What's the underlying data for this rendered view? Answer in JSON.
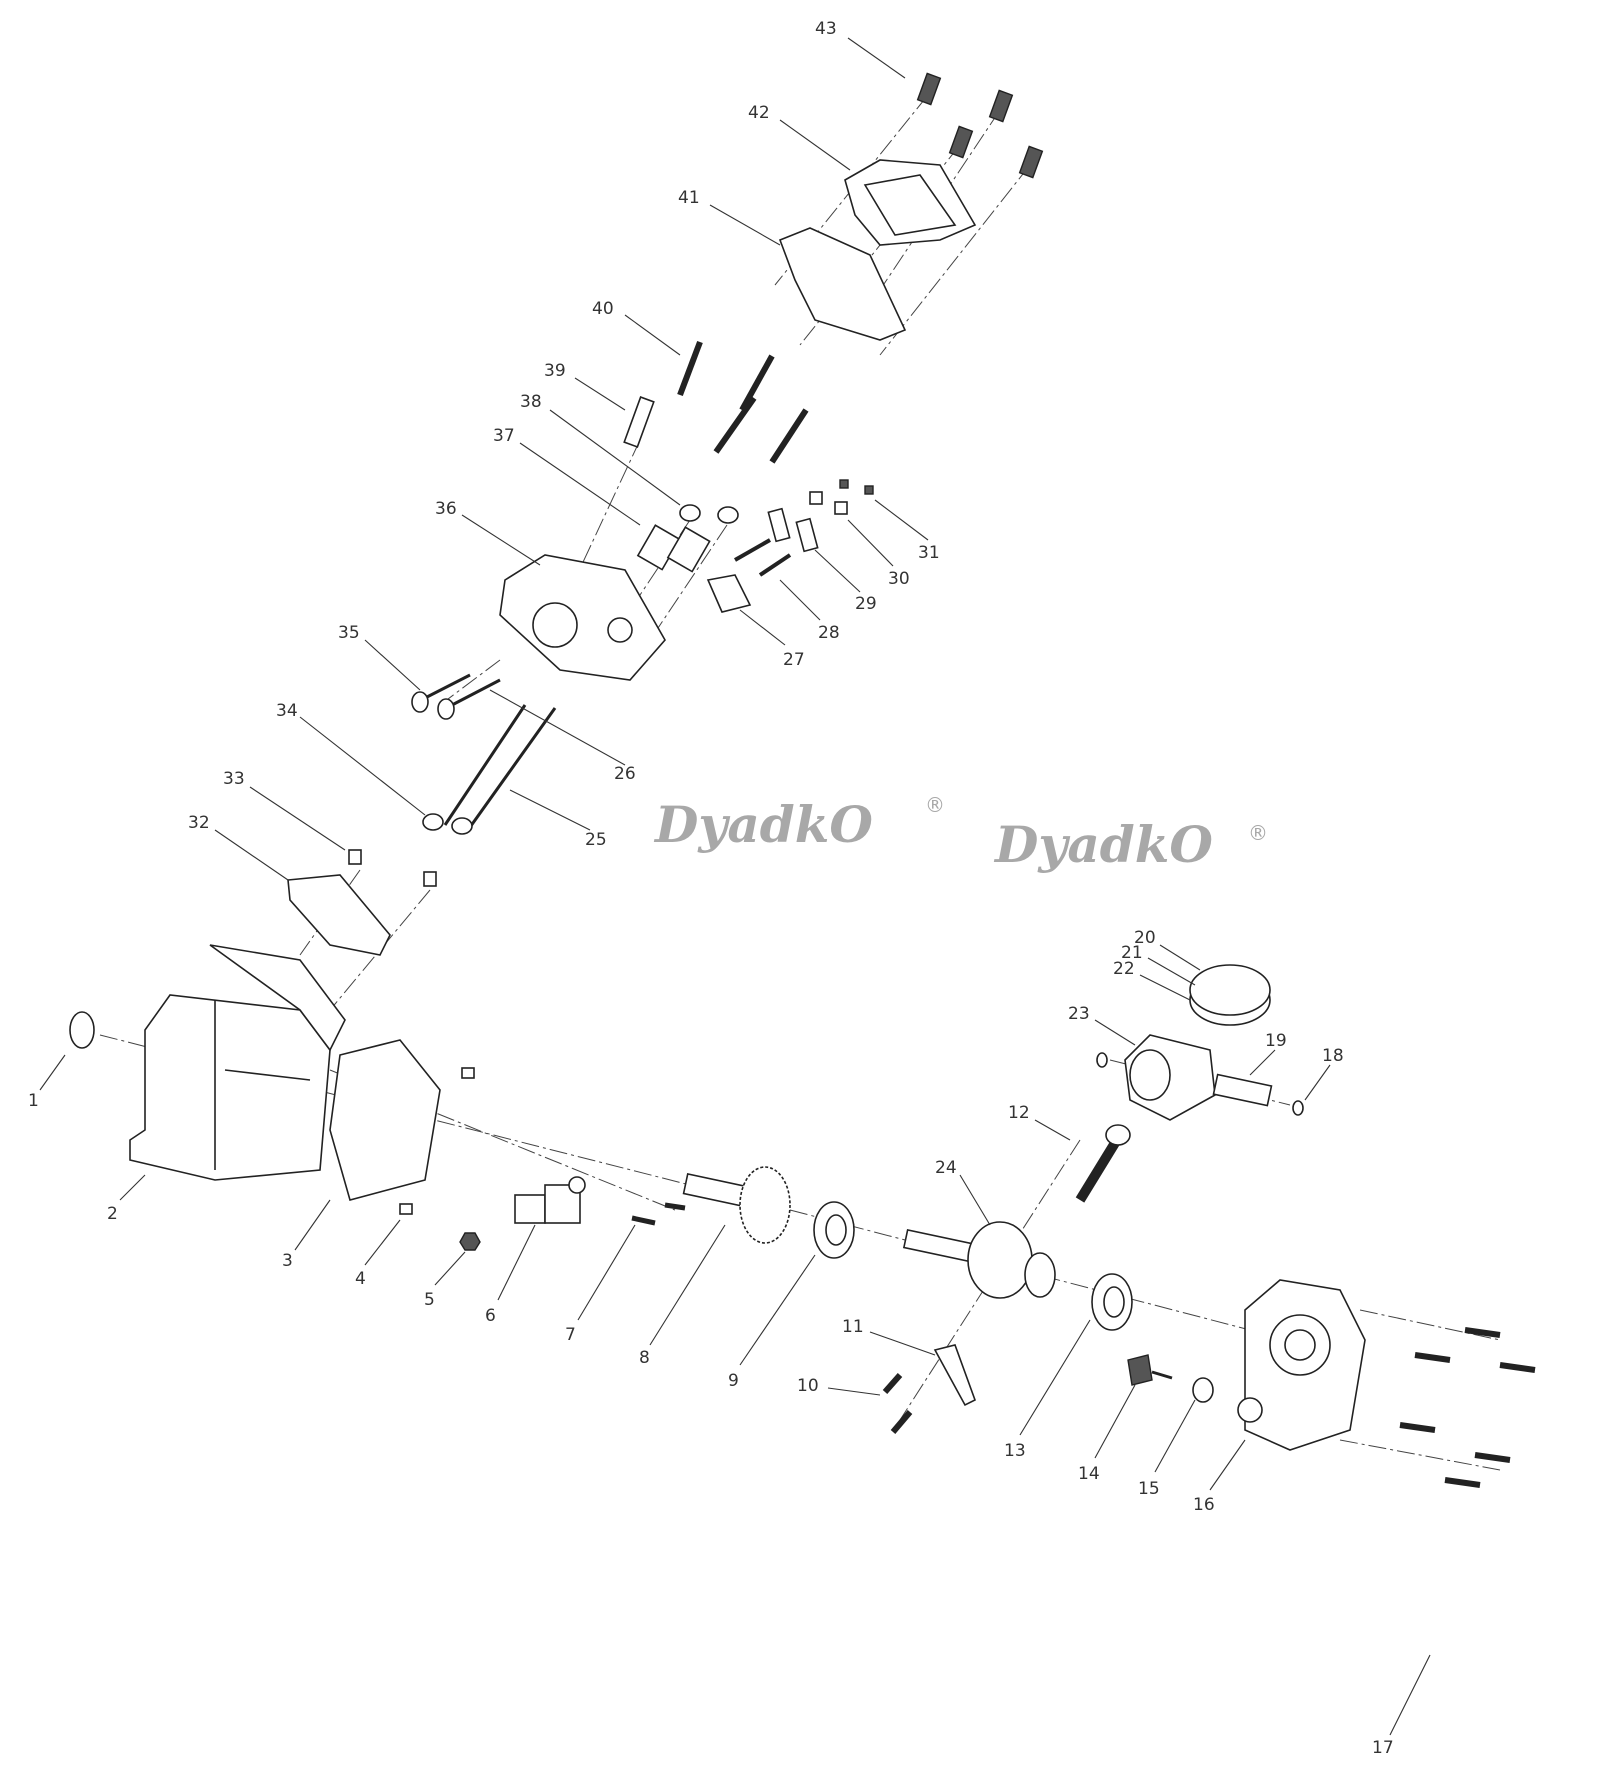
{
  "diagram": {
    "type": "exploded-parts-diagram",
    "watermarks": [
      "DyadkO",
      "DyadkO"
    ],
    "watermark_mark": "®",
    "callouts": [
      "1",
      "2",
      "3",
      "4",
      "5",
      "6",
      "7",
      "8",
      "9",
      "10",
      "11",
      "12",
      "13",
      "14",
      "15",
      "16",
      "17",
      "18",
      "19",
      "20",
      "21",
      "22",
      "23",
      "24",
      "25",
      "26",
      "27",
      "28",
      "29",
      "30",
      "31",
      "32",
      "33",
      "34",
      "35",
      "36",
      "37",
      "38",
      "39",
      "40",
      "41",
      "42",
      "43"
    ]
  }
}
